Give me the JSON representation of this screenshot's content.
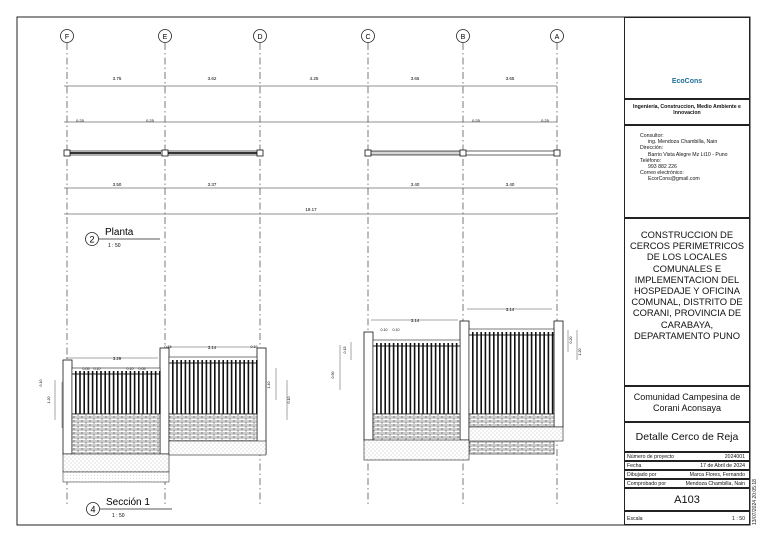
{
  "grid_labels": [
    "F",
    "E",
    "D",
    "C",
    "B",
    "A"
  ],
  "plan": {
    "top_dims": [
      "3.75",
      "3.62",
      "4.25",
      "3.65",
      "3.65"
    ],
    "side_small": [
      "0.25",
      "0.25",
      "0.25",
      "0.25"
    ],
    "bottom_dims": [
      "3.50",
      "3.37",
      "3.40",
      "3.40"
    ],
    "total": "19.17",
    "view_number": "2",
    "view_title": "Planta",
    "scale": "1 : 50"
  },
  "section": {
    "view_number": "4",
    "view_title": "Sección 1",
    "scale": "1 : 50",
    "left_top_dims": [
      "3.29",
      "3.14"
    ],
    "right_top_dims": [
      "3.14",
      "3.14"
    ],
    "small_dims": [
      "0.05",
      "0.10",
      "0.10",
      "0.05",
      "0.10",
      "0.10",
      "0.15",
      "0.15"
    ],
    "height_dims": [
      "0.10",
      "1.20",
      "1.40",
      "0.10",
      "0.90",
      "0.15",
      "0.20",
      "1.20"
    ]
  },
  "title_block": {
    "logo_text": "EcoCons",
    "company": "Ingeniería, Construccion, Medio Ambiente e Innovacion",
    "consultor_label": "Consultor:",
    "consultor": "ing. Mendoza Chambilla, Nain",
    "direccion_label": "Dirección:",
    "direccion": "Barrio Vista Alegre Mz Lt10 - Puno",
    "telefono_label": "Teléfono:",
    "telefono": "993 882 226",
    "correo_label": "Correo electrónico:",
    "correo": "EcorCons@gmail.com",
    "project_title": "CONSTRUCCION DE CERCOS PERIMETRICOS DE LOS LOCALES COMUNALES E IMPLEMENTACION DEL HOSPEDAJE Y OFICINA COMUNAL, DISTRITO DE CORANI, PROVINCIA DE CARABAYA, DEPARTAMENTO PUNO",
    "client": "Comunidad Campesina de Corani Aconsaya",
    "sheet_title": "Detalle Cerco de Reja",
    "rows": [
      {
        "label": "Número de proyecto",
        "value": "2024001"
      },
      {
        "label": "Fecha",
        "value": "17 de Abril de 2024"
      },
      {
        "label": "Dibujado por",
        "value": "Marca Flores, Fernando"
      },
      {
        "label": "Comprobado por",
        "value": "Mendoza Chambilla, Nain"
      }
    ],
    "sheet_number": "A103",
    "escala_label": "Escala",
    "escala_value": "1 : 50",
    "timestamp": "13/07/2024 20:05:18"
  },
  "colors": {
    "line": "#222222",
    "logo_blue": "#1f6f9a",
    "logo_teal": "#2a9bb5",
    "hatch": "#555555"
  }
}
